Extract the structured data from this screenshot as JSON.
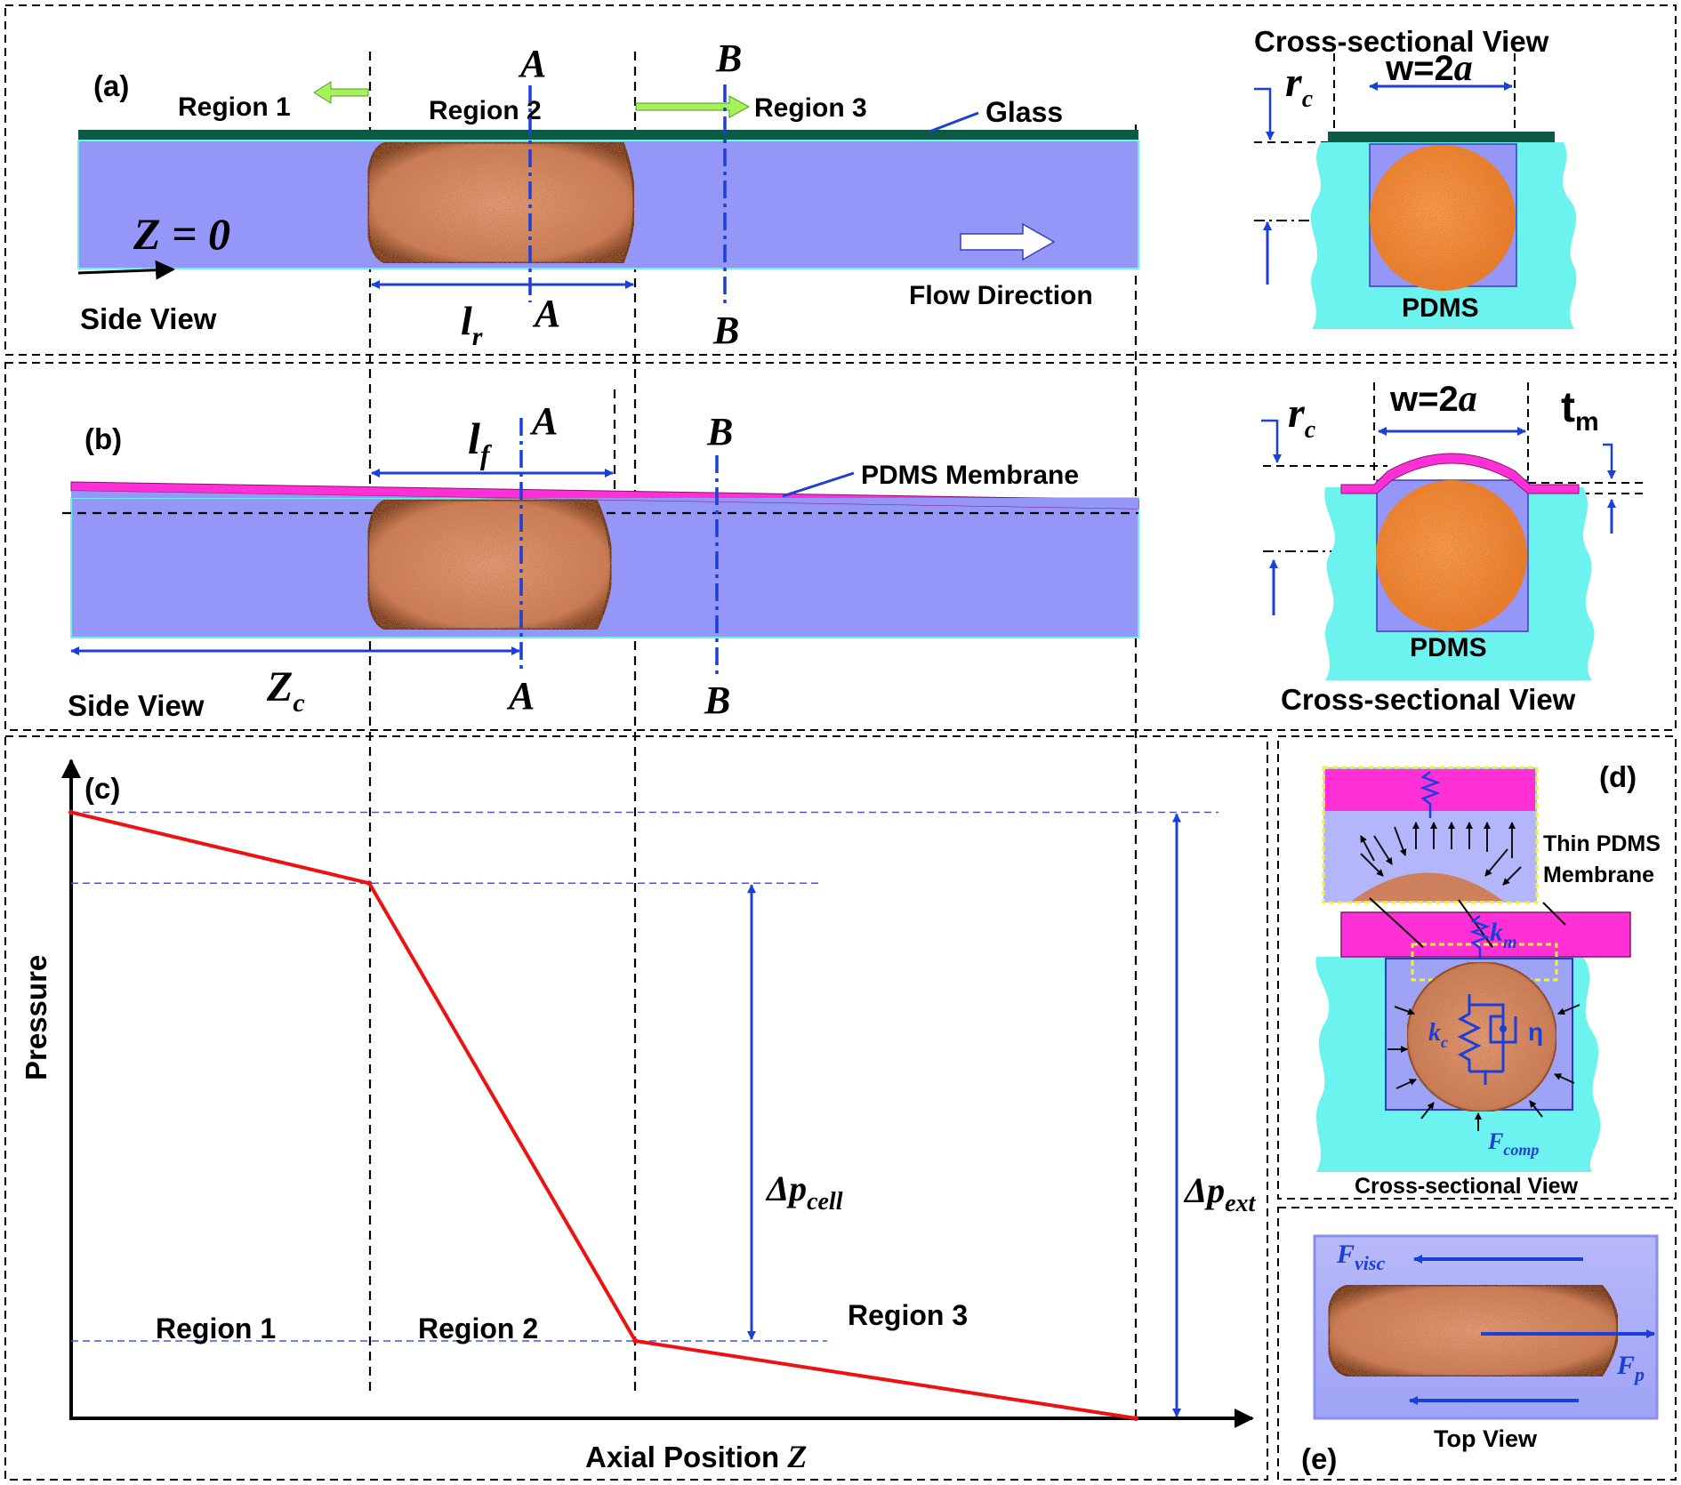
{
  "panel_a": {
    "label": "(a)",
    "region1": "Region 1",
    "region2": "Region 2",
    "region3": "Region 3",
    "glass": "Glass",
    "z0": "Z = 0",
    "flow_direction": "Flow Direction",
    "side_view": "Side View",
    "section_a": "A",
    "section_b": "B",
    "lr_main": "l",
    "lr_sub": "r",
    "cross_title": "Cross-sectional View",
    "rc_main": "r",
    "rc_sub": "c",
    "w_label": "w=2",
    "w_italic": "a",
    "pdms": "PDMS"
  },
  "panel_b": {
    "label": "(b)",
    "membrane": "PDMS Membrane",
    "side_view": "Side View",
    "section_a": "A",
    "section_b": "B",
    "lf_main": "l",
    "lf_sub": "f",
    "zc_main": "Z",
    "zc_sub": "c",
    "rc_main": "r",
    "rc_sub": "c",
    "w_label": "w=2",
    "w_italic": "a",
    "tm_main": "t",
    "tm_sub": "m",
    "pdms": "PDMS",
    "cross_title": "Cross-sectional View"
  },
  "chart_data": {
    "type": "line",
    "label": "(c)",
    "xlabel": "Axial Position ",
    "xlabel_var": "Z",
    "ylabel": "Pressure",
    "series": [
      {
        "x": [
          0,
          0.28,
          0.53,
          1.0
        ],
        "y": [
          0.94,
          0.83,
          0.12,
          0.0
        ]
      }
    ],
    "regions": [
      "Region 1",
      "Region 2",
      "Region 3"
    ],
    "dp_cell_main": "Δp",
    "dp_cell_sub": "cell",
    "dp_ext_main": "Δp",
    "dp_ext_sub": "ext",
    "line_color": "#ee1111"
  },
  "panel_d": {
    "label": "(d)",
    "thin_line1": "Thin PDMS",
    "thin_line2": "Membrane",
    "km_main": "k",
    "km_sub": "m",
    "kc_main": "k",
    "kc_sub": "c",
    "eta": "η",
    "fcomp_main": "F",
    "fcomp_sub": "comp",
    "cross_title": "Cross-sectional  View"
  },
  "panel_e": {
    "label": "(e)",
    "fvisc_main": "F",
    "fvisc_sub": "visc",
    "fp_main": "F",
    "fp_sub": "p",
    "top_view": "Top View"
  },
  "colors": {
    "channel": "#9497f7",
    "cell": "#d4835f",
    "cell_dark": "#6a2e16",
    "pdms": "#6cf3ef",
    "membrane": "#ff30d6",
    "glass": "#0c5a44",
    "blue_axis": "#1b3fd9",
    "flow_arrow_green": "#a6f25c",
    "pressure_line": "#ee1111"
  }
}
